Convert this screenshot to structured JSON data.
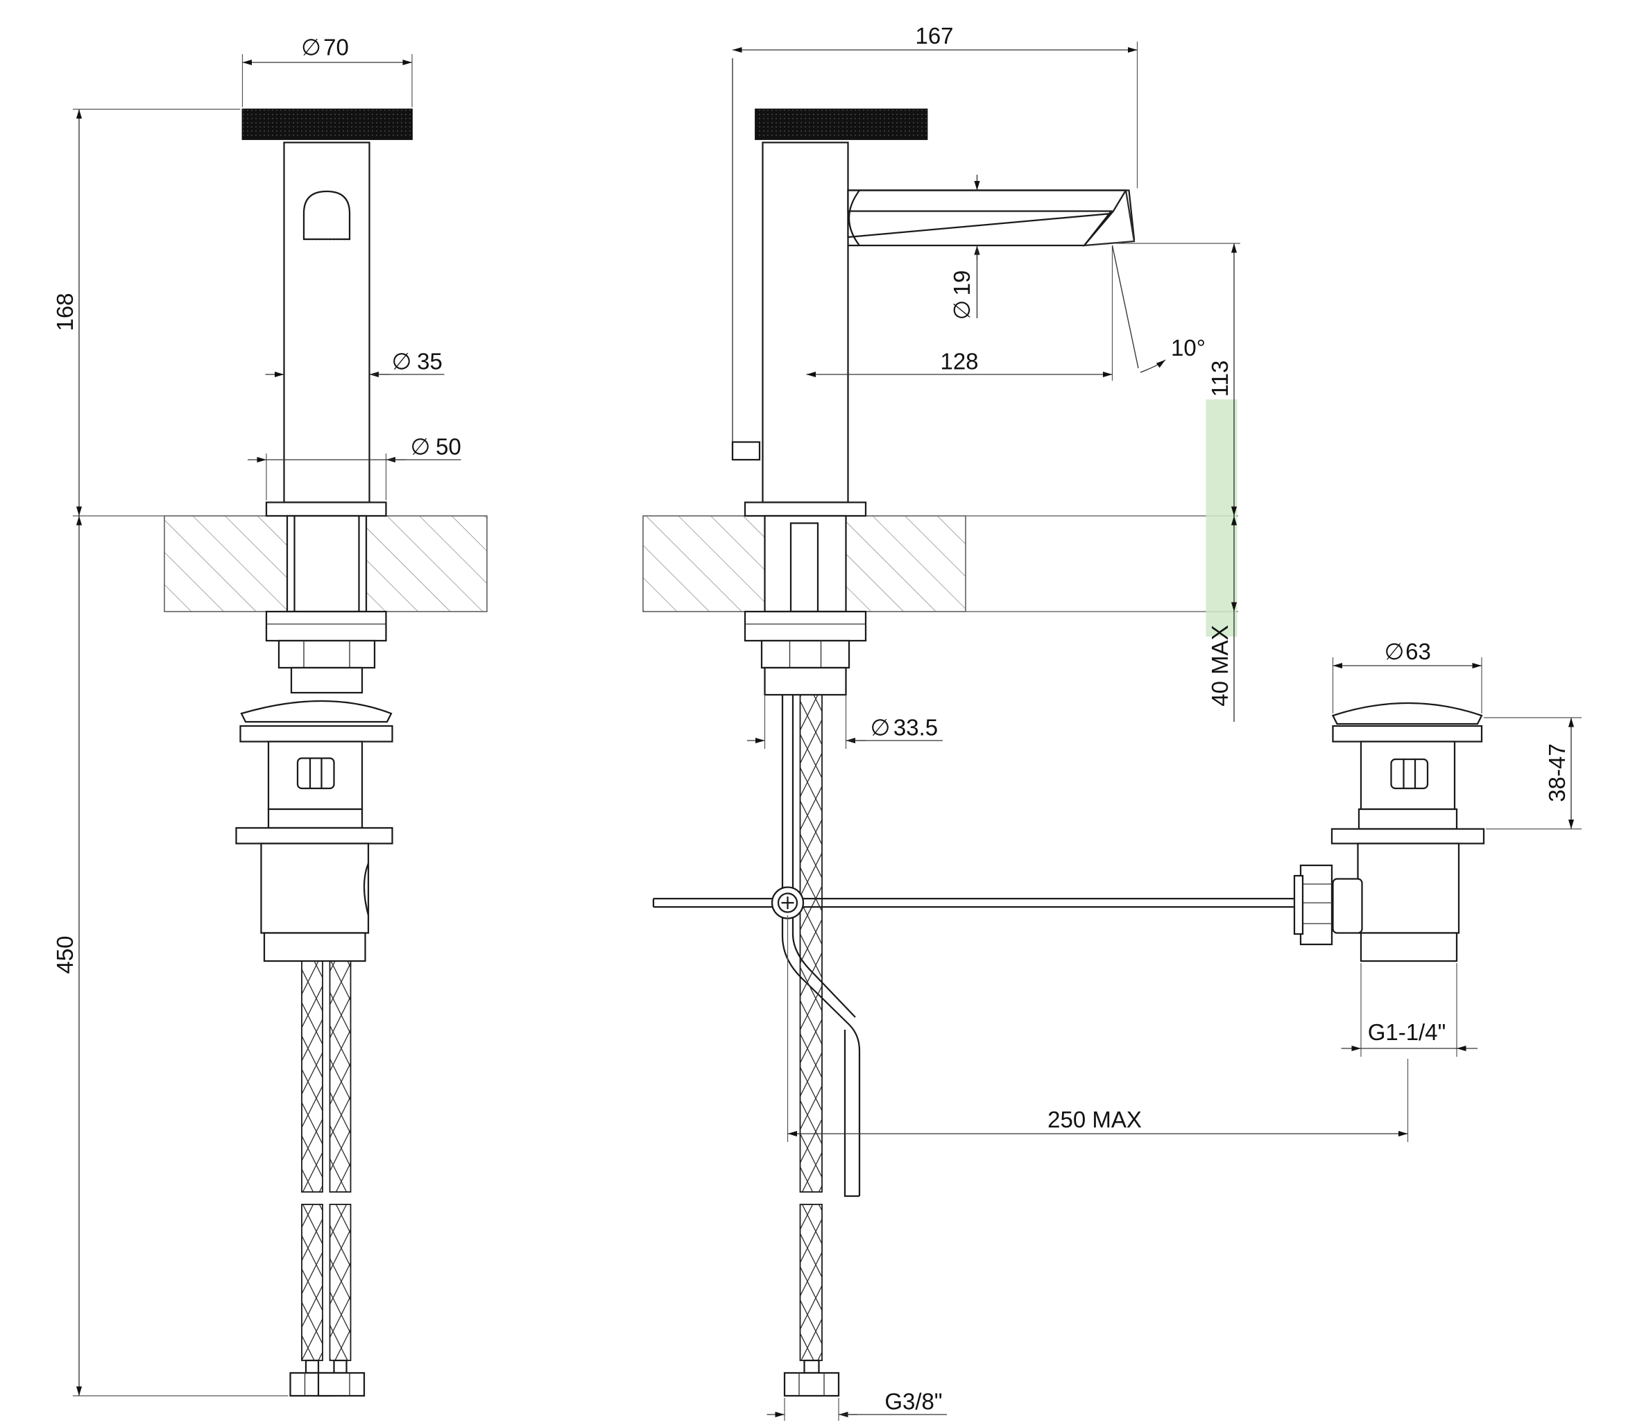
{
  "colors": {
    "line": "#1a1a1a",
    "handle_fill": "#111111",
    "hatch": "#8a8a8a",
    "highlight": "#cfe8c8",
    "background": "#ffffff"
  },
  "front_view": {
    "top_diameter": "70",
    "height_above_deck": "168",
    "body_diameter": "35",
    "base_diameter": "50",
    "height_below_deck": "450"
  },
  "side_view": {
    "overall_projection": "167",
    "spout_diameter": "19",
    "spout_reach": "128",
    "spout_angle": "10°",
    "spout_clearance": "113",
    "max_deck_thickness": "40 MAX",
    "shank_diameter": "33.5",
    "max_rod_length": "250 MAX",
    "supply_connection": "G3/8\""
  },
  "waste_view": {
    "plug_diameter": "63",
    "plug_height_range": "38-47",
    "waste_thread": "G1-1/4\""
  },
  "symbols": {
    "diameter": "∅"
  }
}
